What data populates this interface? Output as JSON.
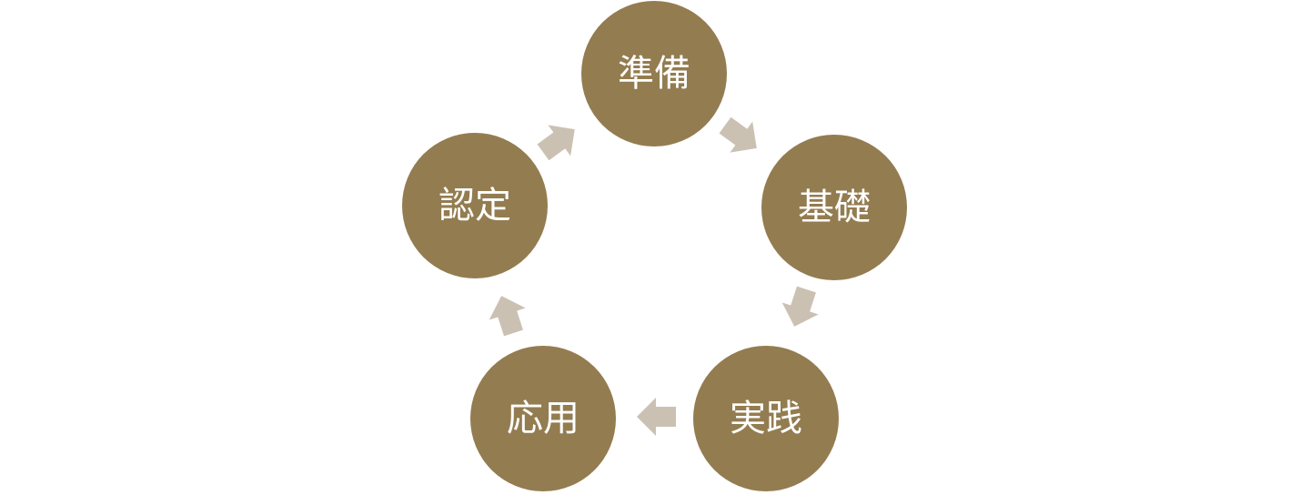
{
  "diagram": {
    "type": "cycle",
    "colors": {
      "node": "#937C50",
      "arrow": "#CBC1B3",
      "text": "#FFFFFF"
    },
    "nodes": [
      {
        "label": "準備"
      },
      {
        "label": "基礎"
      },
      {
        "label": "実践"
      },
      {
        "label": "応用"
      },
      {
        "label": "認定"
      }
    ],
    "edges": [
      {
        "from": "準備",
        "to": "基礎"
      },
      {
        "from": "基礎",
        "to": "実践"
      },
      {
        "from": "実践",
        "to": "応用"
      },
      {
        "from": "応用",
        "to": "認定"
      },
      {
        "from": "認定",
        "to": "準備"
      }
    ]
  }
}
